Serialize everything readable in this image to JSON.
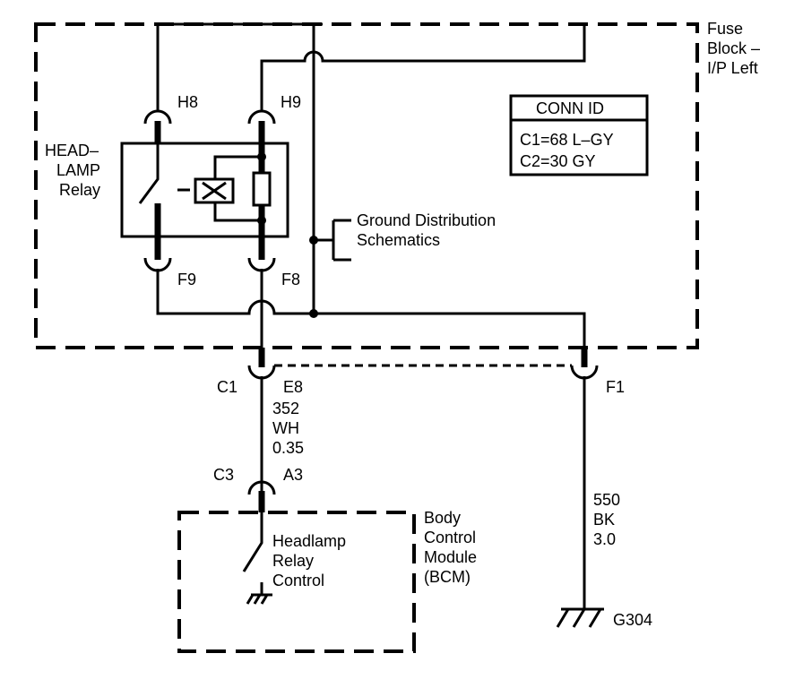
{
  "fuse_block": {
    "name_line1": "Fuse",
    "name_line2": "Block –",
    "name_line3": "I/P Left"
  },
  "conn_id": {
    "title": "CONN ID",
    "line1": "C1=68 L–GY",
    "line2": "C2=30 GY"
  },
  "relay": {
    "line1": "HEAD–",
    "line2": "LAMP",
    "line3": "Relay"
  },
  "terminals": {
    "h8": "H8",
    "h9": "H9",
    "f9": "F9",
    "f8": "F8",
    "c1": "C1",
    "e8": "E8",
    "f1": "F1",
    "c3": "C3",
    "a3": "A3"
  },
  "ground_ref": {
    "line1": "Ground Distribution",
    "line2": "Schematics"
  },
  "wire_352": {
    "circuit": "352",
    "color": "WH",
    "gauge": "0.35"
  },
  "wire_550": {
    "circuit": "550",
    "color": "BK",
    "gauge": "3.0"
  },
  "bcm": {
    "line1": "Body",
    "line2": "Control",
    "line3": "Module",
    "line4": "(BCM)",
    "switch_line1": "Headlamp",
    "switch_line2": "Relay",
    "switch_line3": "Control"
  },
  "ground": {
    "label": "G304"
  }
}
